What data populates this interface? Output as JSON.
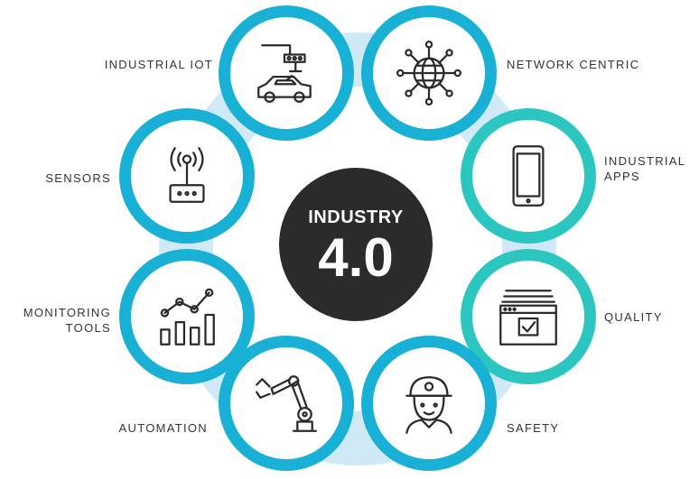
{
  "center": {
    "line1": "INDUSTRY",
    "line2": "4.0"
  },
  "nodes": [
    {
      "id": "industrial-iot",
      "label_lines": [
        "INDUSTRIAL IOT"
      ],
      "icon": "robot-arm-car-icon",
      "ring_color": "#19b0d6"
    },
    {
      "id": "network-centric",
      "label_lines": [
        "NETWORK CENTRIC"
      ],
      "icon": "network-globe-icon",
      "ring_color": "#19b0d6"
    },
    {
      "id": "industrial-apps",
      "label_lines": [
        "INDUSTRIAL",
        "APPS"
      ],
      "icon": "tablet-icon",
      "ring_color": "#2cc6c0"
    },
    {
      "id": "quality",
      "label_lines": [
        "QUALITY"
      ],
      "icon": "checklist-window-icon",
      "ring_color": "#2cc6c0"
    },
    {
      "id": "safety",
      "label_lines": [
        "SAFETY"
      ],
      "icon": "worker-helmet-icon",
      "ring_color": "#19b0d6"
    },
    {
      "id": "automation",
      "label_lines": [
        "AUTOMATION"
      ],
      "icon": "robotic-arm-icon",
      "ring_color": "#19b0d6"
    },
    {
      "id": "monitoring-tools",
      "label_lines": [
        "MONITORING",
        "TOOLS"
      ],
      "icon": "bar-line-chart-icon",
      "ring_color": "#19b0d6"
    },
    {
      "id": "sensors",
      "label_lines": [
        "SENSORS"
      ],
      "icon": "wireless-sensor-icon",
      "ring_color": "#19b0d6"
    }
  ],
  "colors": {
    "blue": "#19b0d6",
    "teal": "#2cc6c0",
    "center": "#2b2b2b",
    "halo": "#cfeaf6"
  }
}
